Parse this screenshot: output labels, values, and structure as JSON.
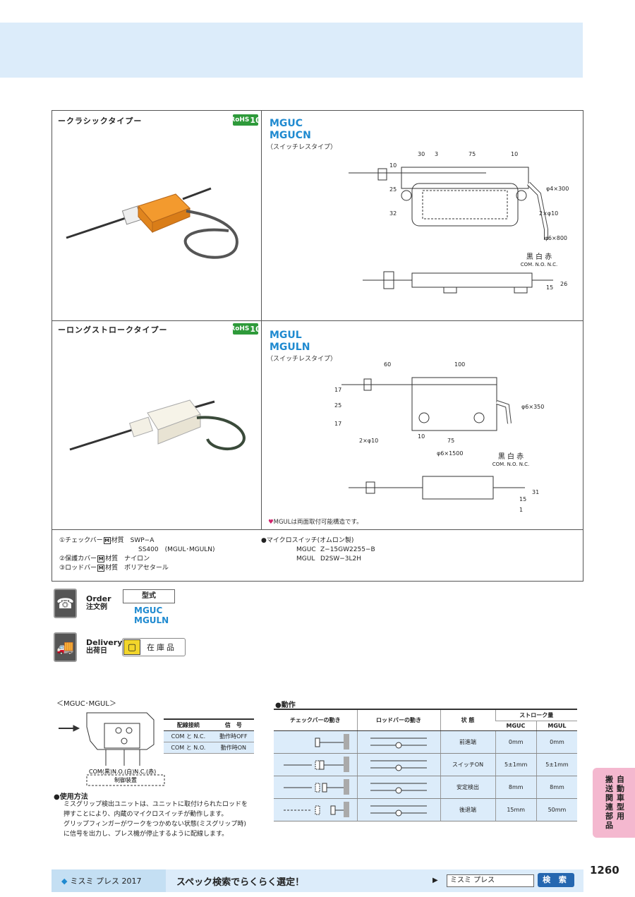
{
  "classic": {
    "type_title": "ークラシックタイプー",
    "rohs_prefix": "RoHS",
    "rohs_num": "10",
    "model1": "MGUC",
    "model2": "MGUCN",
    "sub": "（スイッチレスタイプ）",
    "dims": {
      "d30": "30",
      "d3": "3",
      "d75": "75",
      "d10": "10",
      "v10": "10",
      "v25": "25",
      "v32": "32",
      "phi4": "φ4×300",
      "holes": "2×φ10",
      "phi6": "φ6×800",
      "v15": "15",
      "v26": "26"
    },
    "wire_labels": "黒 白 赤",
    "wire_sub": "COM. N.O. N.C."
  },
  "long": {
    "type_title": "ーロングストロークタイプー",
    "rohs_prefix": "RoHS",
    "rohs_num": "10",
    "model1": "MGUL",
    "model2": "MGULN",
    "sub": "（スイッチレスタイプ）",
    "dims": {
      "d60": "60",
      "d100": "100",
      "v17a": "17",
      "v25": "25",
      "v17b": "17",
      "phi6a": "φ6×350",
      "holes": "2×φ10",
      "d10": "10",
      "d75": "75",
      "phi6b": "φ6×1500",
      "v15": "15",
      "v31": "31",
      "v1": "1"
    },
    "wire_labels": "黒 白 赤",
    "wire_sub": "COM. N.O. N.C.",
    "note": "MGULは両面取付可能構造です。"
  },
  "materials": {
    "l1": "①チェックバー",
    "l1_val": "材質　SWP−A",
    "l1b": "SS400　(MGUL･MGULN)",
    "l2": "②保護カバー",
    "l2_val": "材質　ナイロン",
    "l3": "③ロッドバー",
    "l3_val": "材質　ポリアセタール",
    "badge": "M",
    "switch_title": "●マイクロスイッチ(オムロン製)",
    "sw1_model": "MGUC",
    "sw1_val": "Z−15GW2255−B",
    "sw2_model": "MGUL",
    "sw2_val": "D2SW−3L2H"
  },
  "order": {
    "en": "Order",
    "ja": "注文例",
    "header": "型式",
    "v1": "MGUC",
    "v2": "MGULN"
  },
  "delivery": {
    "en": "Delivery",
    "ja": "出荷日",
    "stock": "在庫品"
  },
  "wiring": {
    "title": "＜MGUC･MGUL＞",
    "headers": [
      "配線接続",
      "信　号"
    ],
    "rows": [
      [
        "COM と N.C.",
        "動作時OFF"
      ],
      [
        "COM と N.O.",
        "動作時ON"
      ]
    ],
    "com_label": "COM(黒)N.O.(白)N.C.(赤)",
    "control_label": "制御装置"
  },
  "usage": {
    "title": "●使用方法",
    "lines": [
      "ミスグリップ検出ユニットは、ユニットに取付けられたロッドを",
      "押すことにより、内蔵のマイクロスイッチが動作します。",
      "グリップフィンガーがワークをつかめない状態(ミスグリップ時)",
      "に信号を出力し、プレス機が停止するように配線します。"
    ]
  },
  "action": {
    "title": "●動作",
    "h_check": "チェックバーの動き",
    "h_rod": "ロッドバーの動き",
    "h_state": "状 態",
    "h_stroke": "ストローク量",
    "h_mguc": "MGUC",
    "h_mgul": "MGUL",
    "rows": [
      {
        "state": "前進端",
        "mguc": "0mm",
        "mgul": "0mm"
      },
      {
        "state": "スイッチON",
        "mguc": "5±1mm",
        "mgul": "5±1mm"
      },
      {
        "state": "安定検出",
        "mguc": "8mm",
        "mgul": "8mm"
      },
      {
        "state": "後退端",
        "mguc": "15mm",
        "mgul": "50mm"
      }
    ]
  },
  "side_tab": {
    "col1": "自動車型用",
    "col2": "搬送関連部品"
  },
  "page_number": "1260",
  "footer": {
    "brand": "ミスミ プレス 2017",
    "tagline": "スペック検索でらくらく選定！",
    "search_value": "ミスミ プレス",
    "search_button": "検 索"
  },
  "colors": {
    "band": "#dcecfa",
    "accent": "#1f8ad0",
    "rohs": "#2e9a3a",
    "tab": "#f4b8cf",
    "button": "#2567b0"
  }
}
